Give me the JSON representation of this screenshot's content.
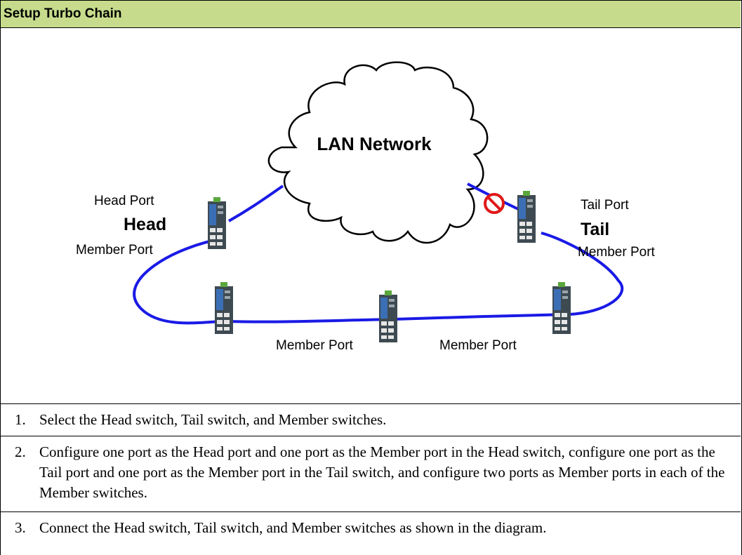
{
  "title": "Setup Turbo Chain",
  "diagram": {
    "cloud_label": "LAN Network",
    "head_port_label": "Head Port",
    "head_label": "Head",
    "head_member_port_label": "Member Port",
    "tail_port_label": "Tail Port",
    "tail_label": "Tail",
    "tail_member_port_label": "Member Port",
    "bottom_member_port_left": "Member Port",
    "bottom_member_port_right": "Member Port",
    "link_color": "#1a1ae6",
    "blocked_icon": "prohibited-icon"
  },
  "steps": [
    {
      "num": "1.",
      "text": "Select the Head switch, Tail switch, and Member switches."
    },
    {
      "num": "2.",
      "text": "Configure one port as the Head port and one port as the Member port in the Head switch, configure one port as the Tail port and one port as the Member port in the Tail switch, and configure two ports as Member ports in each of the Member switches."
    },
    {
      "num": "3.",
      "text": "Connect the Head switch, Tail switch, and Member switches as shown in the diagram."
    }
  ]
}
